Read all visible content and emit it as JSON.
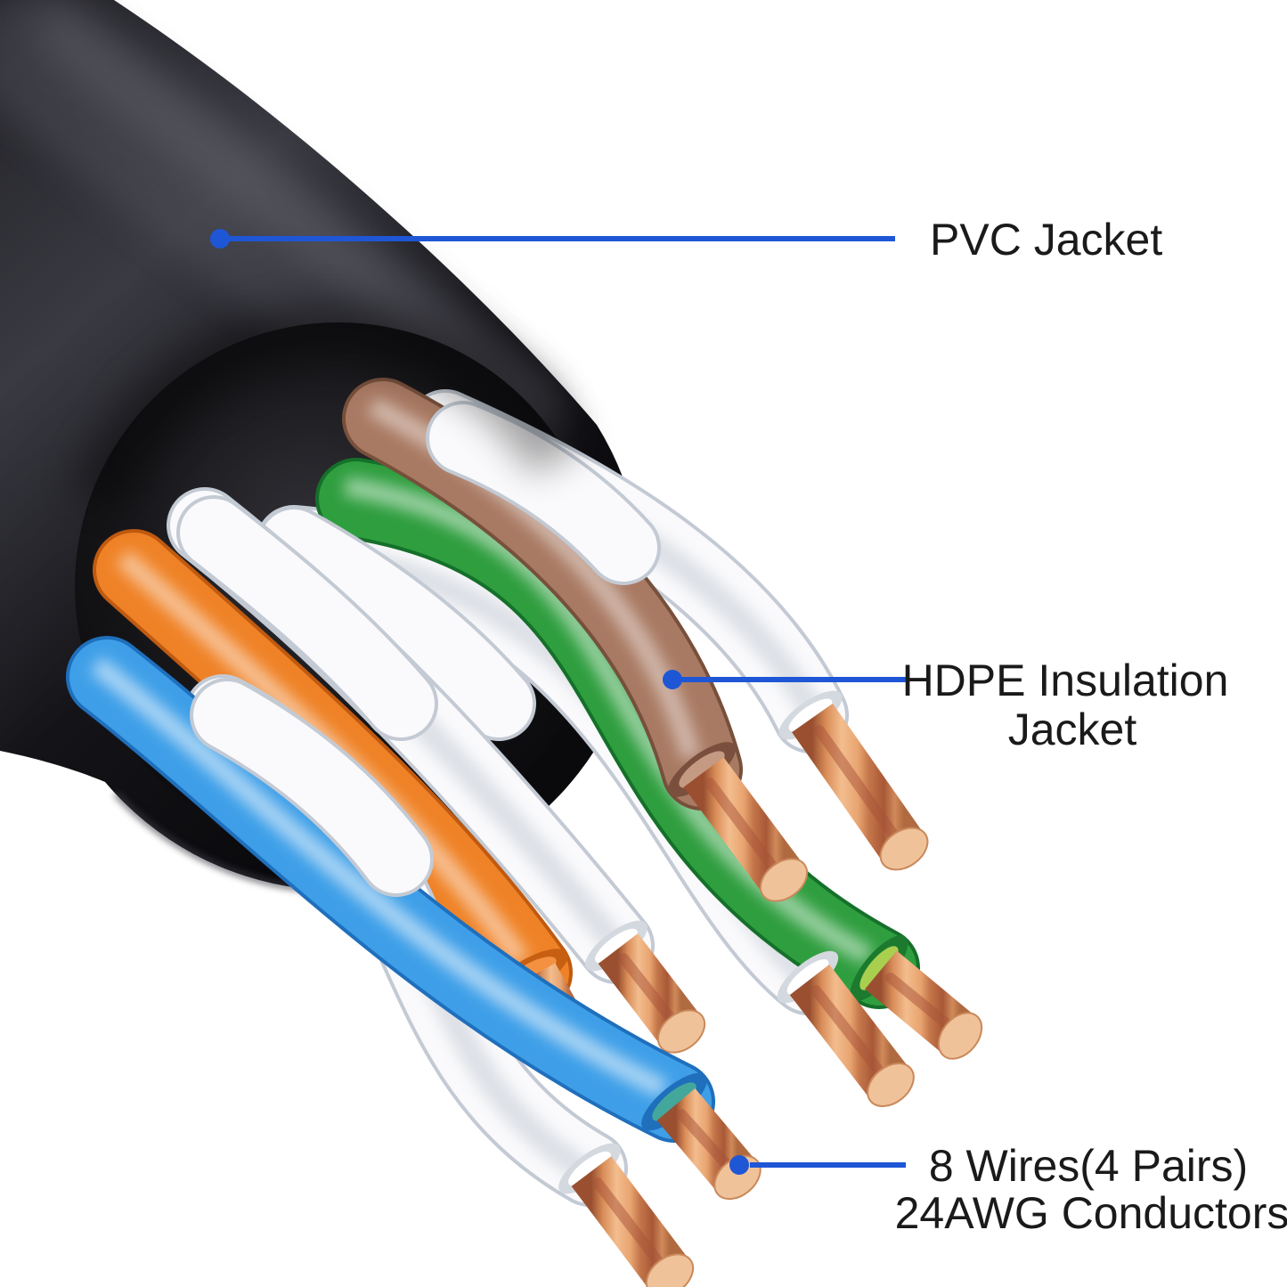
{
  "callouts": {
    "pvc": {
      "label": "PVC Jacket"
    },
    "hdpe": {
      "label_line1": "HDPE Insulation",
      "label_line2": "Jacket"
    },
    "conductors": {
      "label_line1": "8 Wires(4 Pairs)",
      "label_line2": "24AWG Conductors"
    }
  },
  "colors": {
    "callout_blue": "#1e56d6",
    "label_text": "#1a1a1a",
    "jacket_black": "#121216",
    "wire_orange": "#ef8227",
    "wire_blue": "#3e9fe8",
    "wire_green": "#2f9e3f",
    "wire_brown": "#a97a63",
    "wire_white": "#fafafc",
    "copper": "#d89465",
    "background": "#ffffff"
  }
}
